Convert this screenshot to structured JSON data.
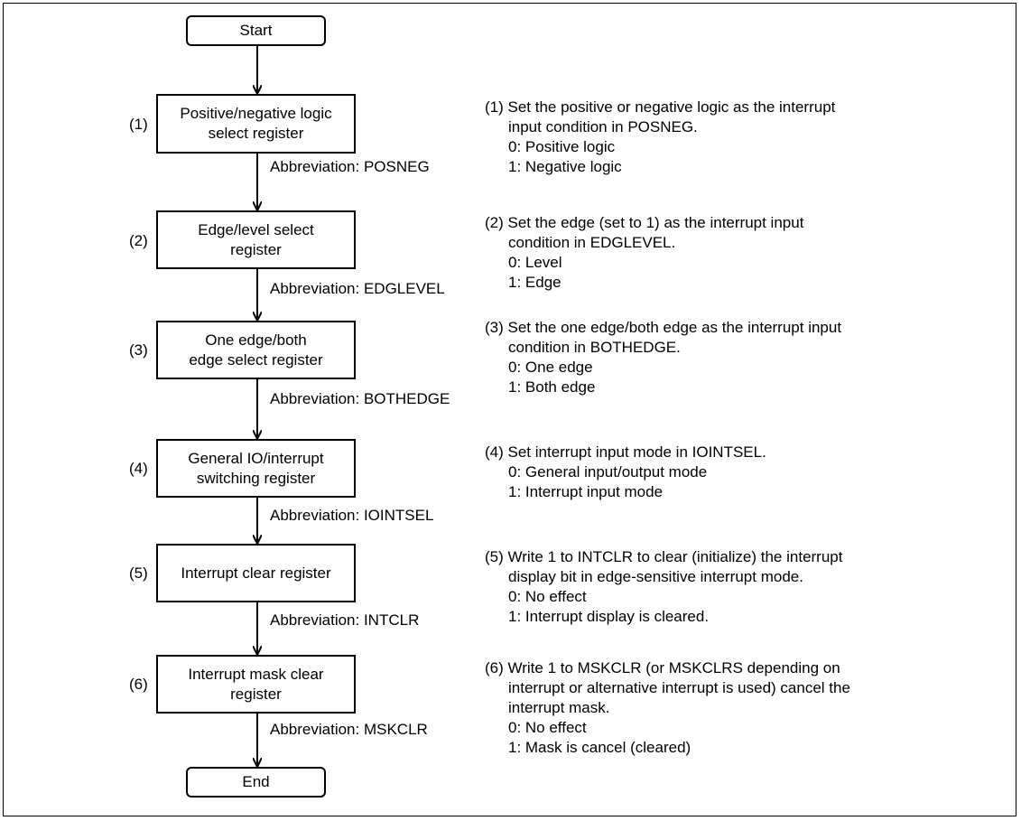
{
  "flowchart": {
    "start": "Start",
    "end": "End",
    "steps": [
      {
        "number": "(1)",
        "box": "Positive/negative logic\nselect register",
        "abbreviation": "Abbreviation: POSNEG",
        "description": [
          "(1) Set the positive or negative logic as the interrupt",
          "input condition in POSNEG.",
          "0: Positive logic",
          "1: Negative logic"
        ]
      },
      {
        "number": "(2)",
        "box": "Edge/level select\nregister",
        "abbreviation": "Abbreviation: EDGLEVEL",
        "description": [
          "(2) Set the edge (set to 1) as the interrupt input",
          "condition in EDGLEVEL.",
          "0: Level",
          "1: Edge"
        ]
      },
      {
        "number": "(3)",
        "box": "One edge/both\nedge select register",
        "abbreviation": "Abbreviation: BOTHEDGE",
        "description": [
          "(3) Set the one edge/both edge as the interrupt input",
          "condition in BOTHEDGE.",
          "0: One edge",
          "1: Both edge"
        ]
      },
      {
        "number": "(4)",
        "box": "General IO/interrupt\nswitching register",
        "abbreviation": "Abbreviation: IOINTSEL",
        "description": [
          "(4) Set interrupt input mode in IOINTSEL.",
          "0: General input/output mode",
          "1: Interrupt input mode"
        ]
      },
      {
        "number": "(5)",
        "box": "Interrupt clear register",
        "abbreviation": "Abbreviation: INTCLR",
        "description": [
          "(5) Write 1 to INTCLR to clear (initialize) the interrupt",
          "display bit in edge-sensitive interrupt mode.",
          "0: No effect",
          "1: Interrupt display is cleared."
        ]
      },
      {
        "number": "(6)",
        "box": "Interrupt mask clear\nregister",
        "abbreviation": "Abbreviation: MSKCLR",
        "description": [
          "(6) Write 1 to MSKCLR (or MSKCLRS depending on",
          "interrupt or alternative interrupt is used) cancel the",
          "interrupt mask.",
          "0: No effect",
          "1: Mask is cancel (cleared)"
        ]
      }
    ]
  }
}
